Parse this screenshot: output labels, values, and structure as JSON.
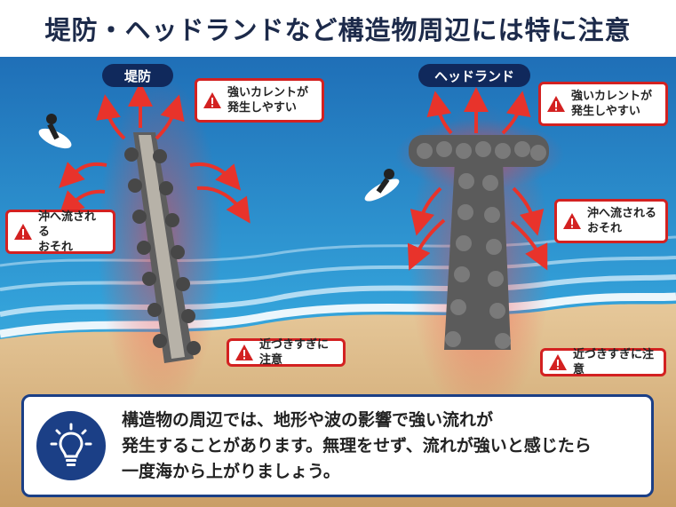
{
  "title": "堤防・ヘッドランドなど構造物周辺には特に注意",
  "labels": {
    "left_structure": "堤防",
    "right_structure": "ヘッドランド"
  },
  "callouts": {
    "rip_left": [
      "強いカレントが",
      "発生しやすい"
    ],
    "rip_right": [
      "強いカレントが",
      "発生しやすい"
    ],
    "offshore_left": [
      "沖へ流される",
      "おそれ"
    ],
    "offshore_right": [
      "沖へ流される",
      "おそれ"
    ],
    "near_left": "近づきすぎに注意",
    "near_right": "近づきすぎに注意"
  },
  "info": {
    "lines": [
      "構造物の周辺では、地形や波の影響で強い流れが",
      "発生することがあります。無理をせず、流れが強いと感じたら",
      "一度海から上がりましょう。"
    ]
  },
  "icons": {
    "warning": "warning-triangle-icon",
    "bulb": "lightbulb-icon"
  },
  "colors": {
    "navy": "#10295c",
    "alert_red": "#d32121",
    "sea": "#2d8ad0",
    "sand": "#d9b98a"
  }
}
